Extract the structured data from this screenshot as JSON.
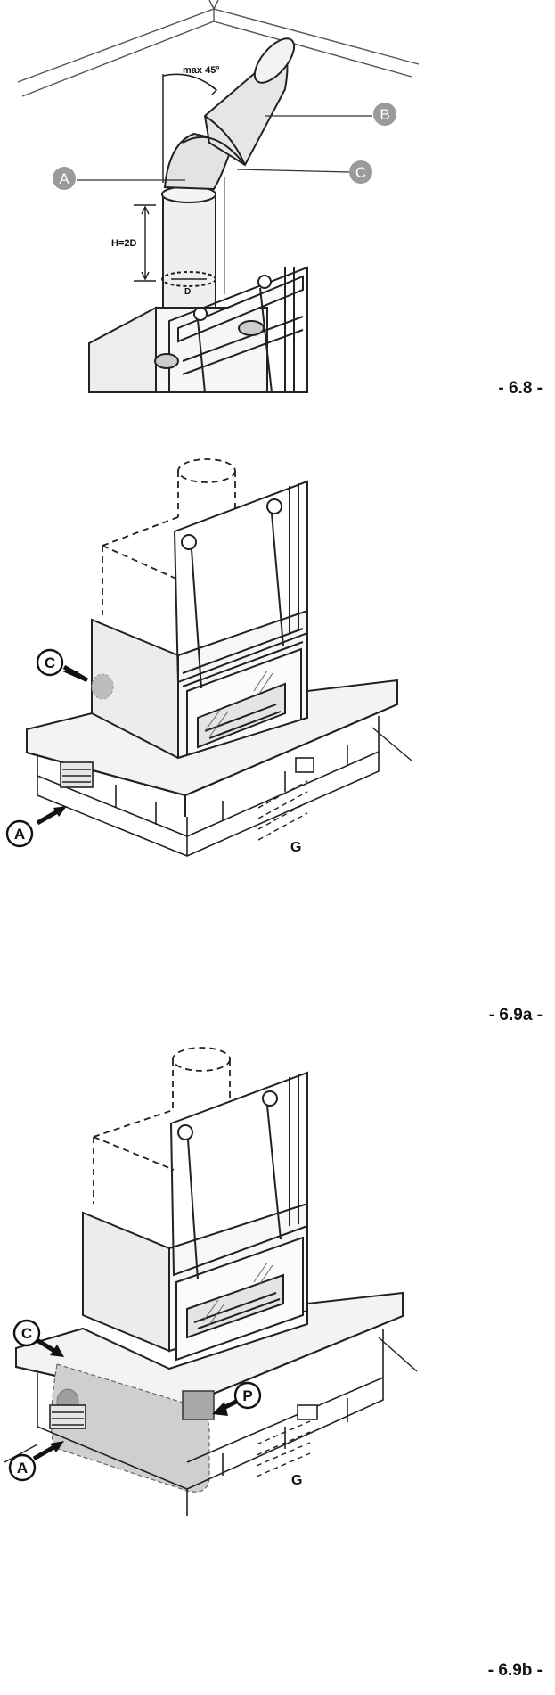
{
  "figures": [
    {
      "caption": "- 6.8 -",
      "labels": {
        "max_angle": "max 45°",
        "callout_a": "A",
        "callout_b": "B",
        "callout_c": "C",
        "height": "H=2D",
        "diameter": "D"
      }
    },
    {
      "caption": "- 6.9a -",
      "labels": {
        "callout_c": "C",
        "callout_a": "A",
        "label_g": "G"
      }
    },
    {
      "caption": "- 6.9b -",
      "labels": {
        "callout_c": "C",
        "callout_a": "A",
        "callout_p": "P",
        "label_g": "G"
      }
    }
  ]
}
